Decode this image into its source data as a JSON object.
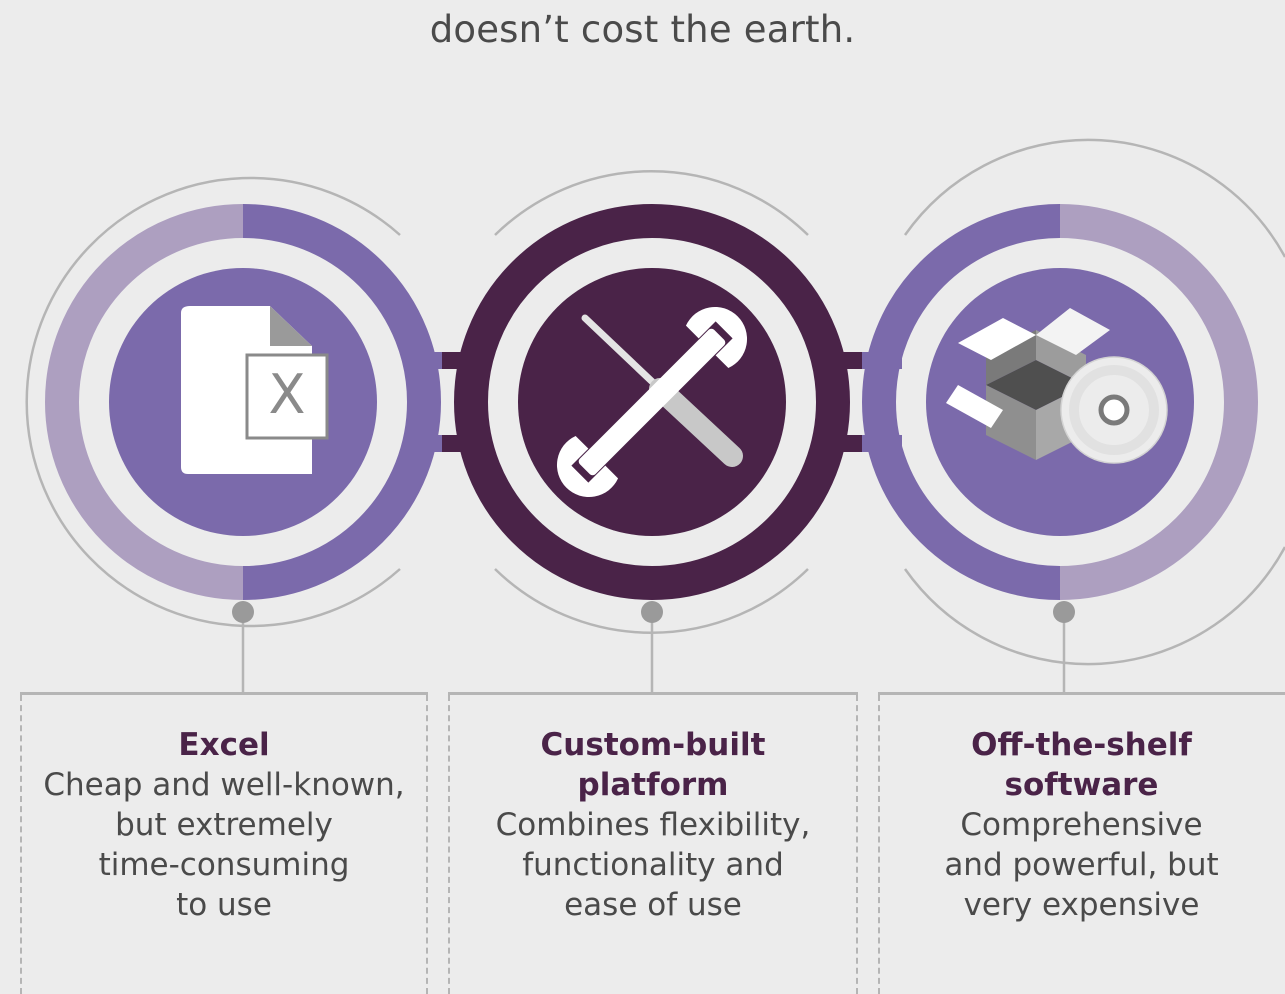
{
  "headline": "doesn’t cost the earth.",
  "colors": {
    "dark_purple": "#4a2348",
    "mid_purple": "#7b6aab",
    "light_purple": "#ad9fc0",
    "gray_line": "#b5b5b5",
    "icon_gray": "#8a8a8a",
    "background": "#ececec"
  },
  "items": [
    {
      "icon": "excel-file-icon",
      "icon_letter": "X",
      "title": "Excel",
      "description_lines": [
        "Cheap and well-known,",
        "but extremely",
        "time-consuming",
        "to use"
      ]
    },
    {
      "icon": "wrench-screwdriver-icon",
      "title_lines": [
        "Custom-built",
        "platform"
      ],
      "description_lines": [
        "Combines flexibility,",
        "functionality and",
        "ease of use"
      ]
    },
    {
      "icon": "software-box-disc-icon",
      "title_lines": [
        "Off-the-shelf",
        "software"
      ],
      "description_lines": [
        "Comprehensive",
        "and powerful, but",
        "very expensive"
      ]
    }
  ]
}
